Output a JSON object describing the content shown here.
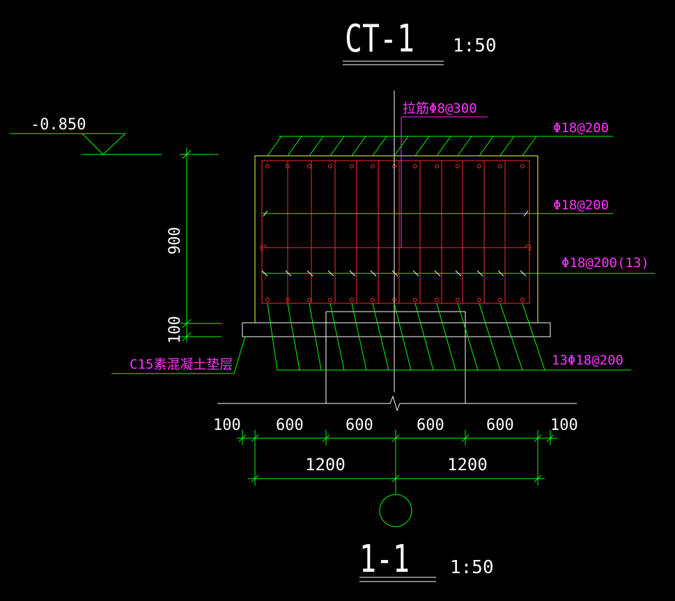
{
  "drawing": {
    "title": "CT-1",
    "title_scale": "1:50",
    "section_label": "1-1",
    "section_scale": "1:50",
    "elevation": "-0.850",
    "height_dim": "900",
    "pad_dim": "100",
    "bottom_dims": [
      "100",
      "600",
      "600",
      "600",
      "600",
      "100"
    ],
    "total_dims": [
      "1200",
      "1200"
    ],
    "callouts": {
      "tie_bar": "拉筋Φ8@300",
      "top_bar": "Φ18@200",
      "mid_bar": "Φ18@200",
      "side_bar": "Φ18@200(13)",
      "bottom_bar": "13Φ18@200",
      "pad": "C15素混凝土垫层"
    }
  },
  "colors": {
    "background": "#000000",
    "dimension": "#00ff00",
    "outline": "#ffffff",
    "rebar": "#ff2a2a",
    "concrete": "#ffff33",
    "annotation": "#ff33ff"
  }
}
